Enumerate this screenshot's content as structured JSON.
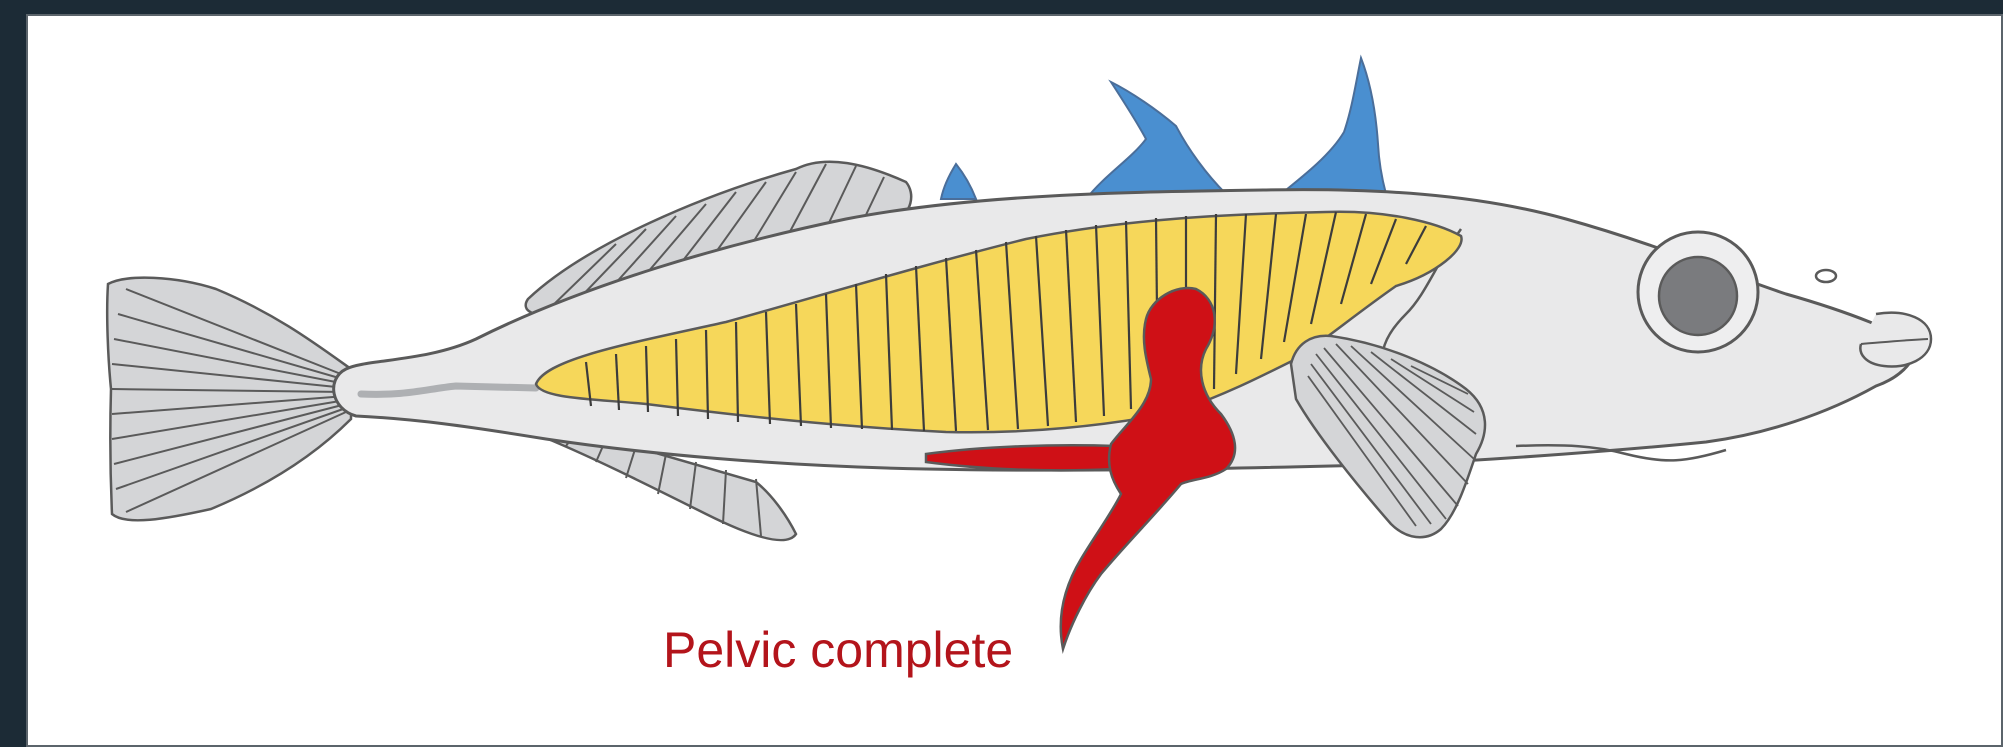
{
  "figure": {
    "annotation": "Pelvic complete"
  },
  "colors": {
    "background": "#1c2b36",
    "panel": "#ffffff",
    "outline": "#5a5a5a",
    "body": "#e9e9ea",
    "fins": "#d4d5d7",
    "dorsal_spines": "#4a8fd0",
    "lateral_plates": "#f6d75a",
    "pelvic_complex": "#cf1016",
    "eye": "#7a7b7e",
    "annotation_text": "#b3141b"
  },
  "parts": [
    "caudal-fin",
    "dorsal-fin",
    "anal-fin",
    "body",
    "dorsal-spines",
    "lateral-plates",
    "pelvic-complex",
    "pectoral-fin",
    "eye",
    "mouth"
  ]
}
